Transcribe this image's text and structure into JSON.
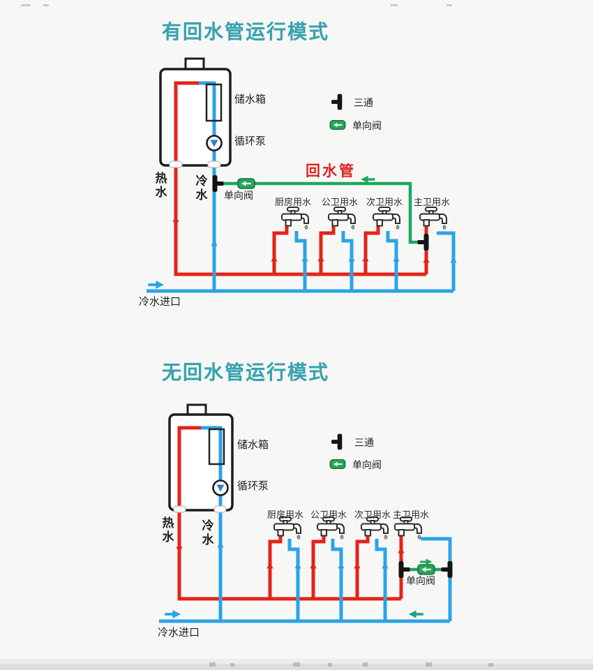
{
  "colors": {
    "hot_pipe": "#e42318",
    "cold_pipe": "#2ba3e8",
    "return_pipe": "#1ea75f",
    "title_teal": "#38a2ae",
    "return_text_red": "#e02020",
    "outline_black": "#1c1c1c"
  },
  "diagram_top": {
    "title": "有回水管运行模式",
    "heater": {
      "tank_label": "储水箱",
      "pump_label": "循环泵",
      "hot_label": "热水",
      "cold_label": "冷水"
    },
    "check_valve_label": "单向阀",
    "return_pipe_label": "回水管",
    "inlet_label": "冷水进口",
    "legend": [
      {
        "icon": "tee-icon",
        "label": "三通"
      },
      {
        "icon": "check-valve-icon",
        "label": "单向阀"
      }
    ],
    "fixtures": [
      {
        "label": "厨房用水"
      },
      {
        "label": "公卫用水"
      },
      {
        "label": "次卫用水"
      },
      {
        "label": "主卫用水"
      }
    ]
  },
  "diagram_bottom": {
    "title": "无回水管运行模式",
    "heater": {
      "tank_label": "储水箱",
      "pump_label": "循环泵",
      "hot_label": "热水",
      "cold_label": "冷水"
    },
    "check_valve_label": "单向阀",
    "inlet_label": "冷水进口",
    "legend": [
      {
        "icon": "tee-icon",
        "label": "三通"
      },
      {
        "icon": "check-valve-icon",
        "label": "单向阀"
      }
    ],
    "fixtures": [
      {
        "label": "厨房用水"
      },
      {
        "label": "公卫用水"
      },
      {
        "label": "次卫用水"
      },
      {
        "label": "主卫用水"
      }
    ]
  }
}
